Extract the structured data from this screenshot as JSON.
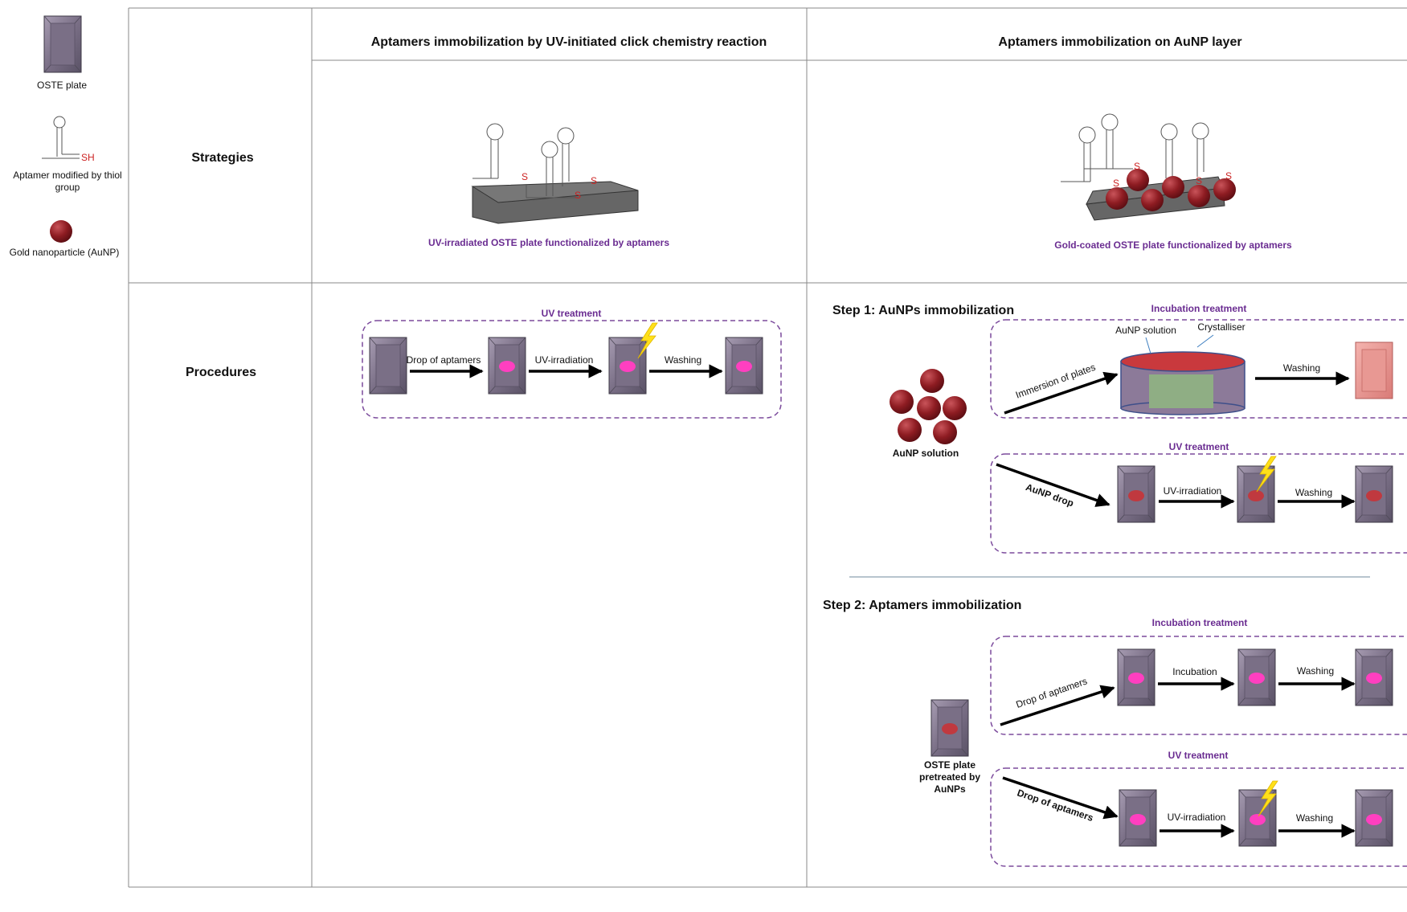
{
  "legend": {
    "oste_plate": "OSTE plate",
    "aptamer": "Aptamer modified by thiol group",
    "aptamer_line1": "Aptamer modified by thiol",
    "aptamer_line2": "group",
    "sh": "SH",
    "aunp": "Gold nanoparticle (AuNP)"
  },
  "columns": {
    "col1": "Aptamers immobilization by UV-initiated click chemistry reaction",
    "col2": "Aptamers immobilization on AuNP layer"
  },
  "rows": {
    "strategies": "Strategies",
    "procedures": "Procedures"
  },
  "strategies": {
    "left_caption": "UV-irradiated OSTE plate functionalized by aptamers",
    "right_caption": "Gold-coated OSTE plate functionalized by aptamers",
    "s_label": "S"
  },
  "procedure_left": {
    "box_title": "UV treatment",
    "drop": "Drop of aptamers",
    "uv": "UV-irradiation",
    "wash": "Washing"
  },
  "step1": {
    "title": "Step 1: AuNPs immobilization",
    "incubation_title": "Incubation treatment",
    "aunp_solution_label": "AuNP solution",
    "crystalliser": "Crystalliser",
    "immersion": "Immersion of plates",
    "wash": "Washing",
    "aunp_solution": "AuNP solution",
    "uv_title": "UV treatment",
    "aunp_drop": "AuNP drop",
    "uv": "UV-irradiation",
    "wash2": "Washing"
  },
  "step2": {
    "title": "Step 2: Aptamers immobilization",
    "incubation_title": "Incubation treatment",
    "drop": "Drop of aptamers",
    "incubation": "Incubation",
    "wash": "Washing",
    "pretreated_line1": "OSTE plate",
    "pretreated_line2": "pretreated by",
    "pretreated_line3": "AuNPs",
    "uv_title": "UV treatment",
    "drop2": "Drop of aptamers",
    "uv": "UV-irradiation",
    "wash2": "Washing"
  },
  "colors": {
    "plate": "#7d7288",
    "plate_edge": "#4f4a58",
    "pink_spot": "#ff3fc0",
    "red_spot": "#c0393f",
    "aunp": "#8e1c22",
    "purple_text": "#6a2c91",
    "dashed_border": "#7b4a9c",
    "bolt": "#ffe01a"
  }
}
